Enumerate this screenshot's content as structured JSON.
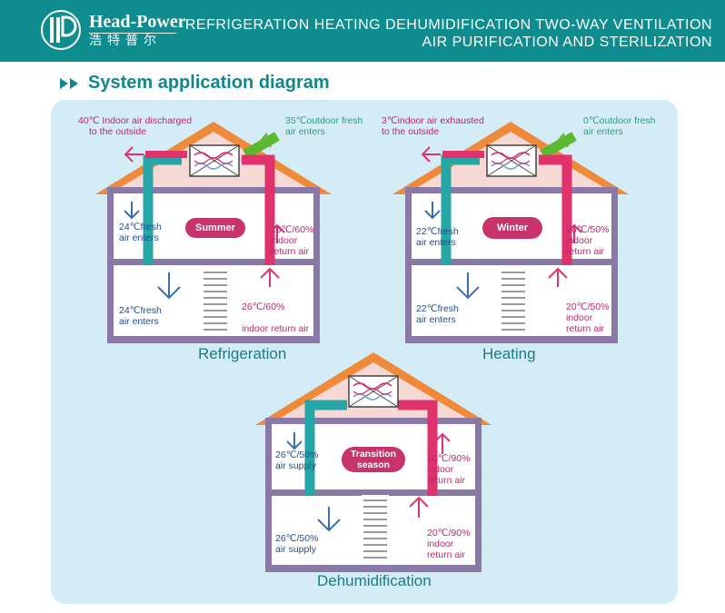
{
  "header": {
    "brand": "Head-Power",
    "brand_cn": "浩特普尔",
    "tagline_1": "REFRIGERATION  HEATING  DEHUMIDIFICATION  TWO-WAY VENTILATION",
    "tagline_2": "AIR PURIFICATION AND STERILIZATION"
  },
  "section": {
    "title": "System application diagram"
  },
  "colors": {
    "header_bg": "#0f8c8e",
    "panel_bg": "#d3ecf6",
    "roof": "#ee8a3a",
    "house_frame": "#8a79a6",
    "warm_duct": "#e0336e",
    "fresh_duct": "#27a6a8",
    "intake_duct": "#5cb82e"
  },
  "icons": [
    "logo-icon",
    "double-arrow-icon",
    "heat-exchanger-icon",
    "arrow-icon"
  ],
  "diagrams": {
    "refrigeration": {
      "caption": "Refrigeration",
      "mode": "Summer",
      "exhaust_temp": "40℃",
      "exhaust_line1": "Indoor air discharged",
      "exhaust_line2": "to the outside",
      "outdoor_temp": "35℃",
      "outdoor_line1": "outdoor fresh",
      "outdoor_line2": "air enters",
      "upper_supply_1": "24℃fresh",
      "upper_supply_2": "air enters",
      "upper_return_1": "26℃/60%",
      "upper_return_2": "indoor",
      "upper_return_3": "return air",
      "lower_supply_1": "24℃fresh",
      "lower_supply_2": "air enters",
      "lower_return_1": "26℃/60%",
      "lower_return_2": "indoor return air"
    },
    "heating": {
      "caption": "Heating",
      "mode": "Winter",
      "exhaust_temp": "3℃",
      "exhaust_line1": "indoor air exhausted",
      "exhaust_line2": "to the outside",
      "outdoor_temp": "0℃",
      "outdoor_line1": "outdoor fresh",
      "outdoor_line2": "air enters",
      "upper_supply_1": "22℃fresh",
      "upper_supply_2": "air enters",
      "upper_return_1": "20℃/50%",
      "upper_return_2": "indoor",
      "upper_return_3": "return air",
      "lower_supply_1": "22℃fresh",
      "lower_supply_2": "air enters",
      "lower_return_1": "20℃/50%",
      "lower_return_2": "indoor",
      "lower_return_3": "return air"
    },
    "dehumidification": {
      "caption": "Dehumidification",
      "mode_line1": "Transition",
      "mode_line2": "season",
      "upper_supply_1": "26℃/50%",
      "upper_supply_2": "air supply",
      "upper_return_1": "20℃/90%",
      "upper_return_2": "indoor",
      "upper_return_3": "return air",
      "lower_supply_1": "26℃/50%",
      "lower_supply_2": "air supply",
      "lower_return_1": "20℃/90%",
      "lower_return_2": "indoor",
      "lower_return_3": "return air"
    }
  }
}
